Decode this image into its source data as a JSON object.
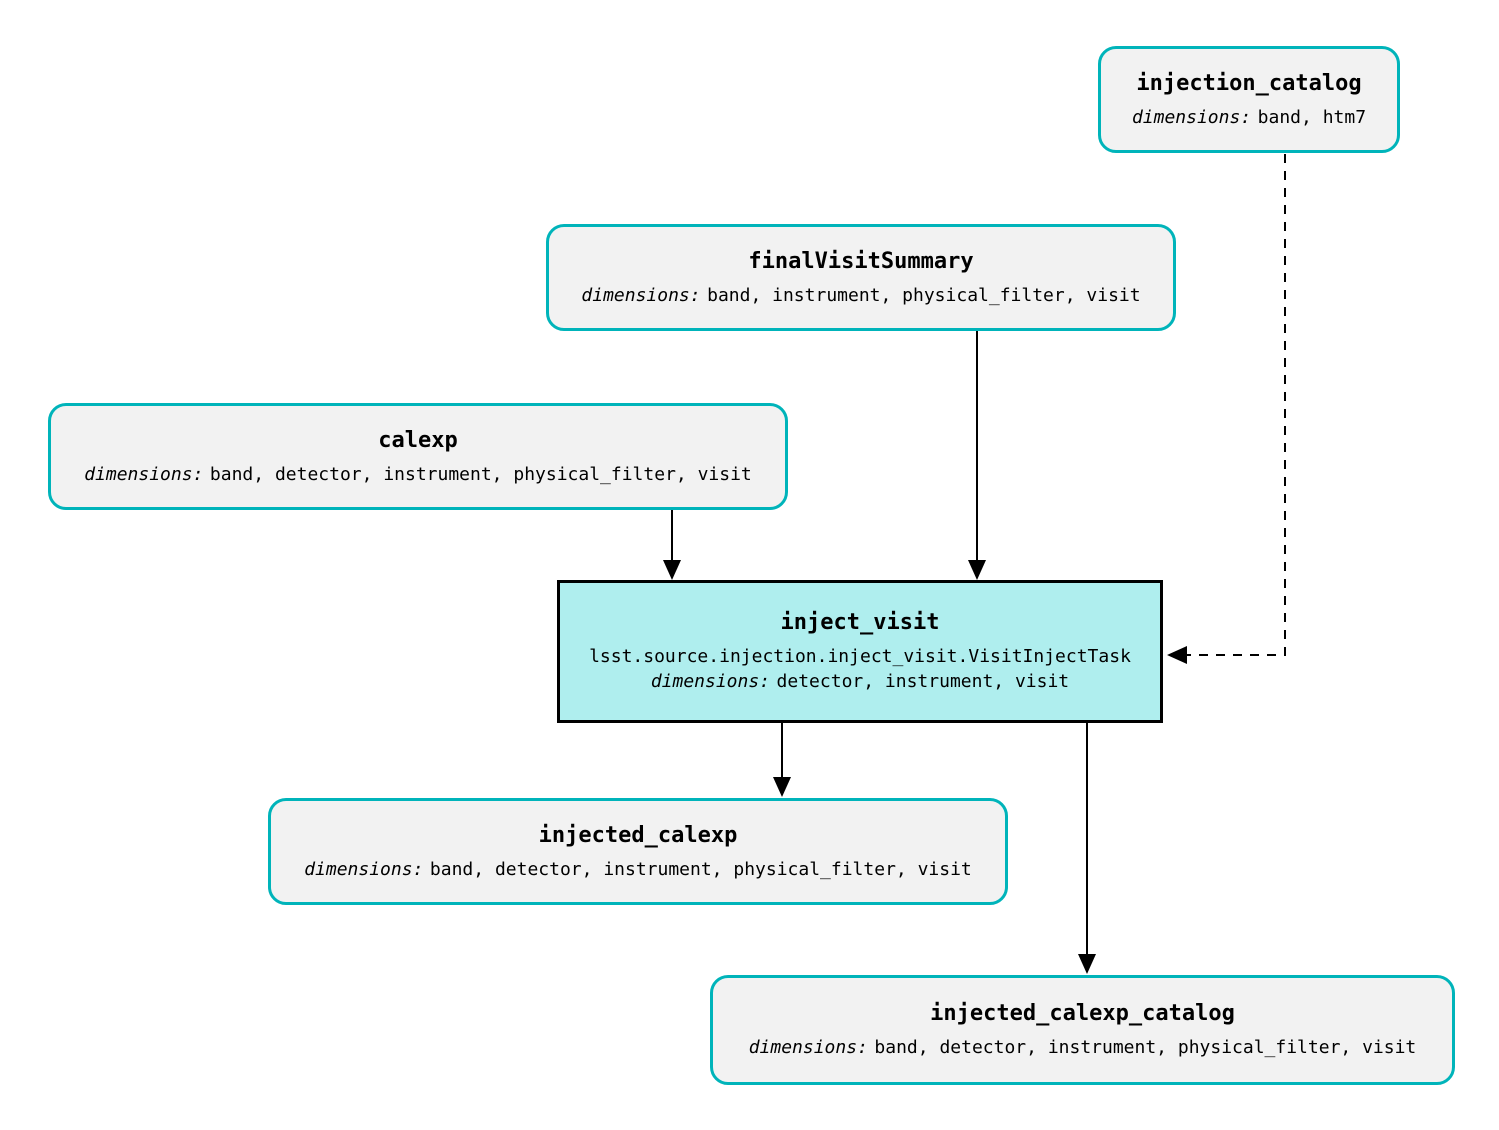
{
  "nodes": {
    "injection_catalog": {
      "title": "injection_catalog",
      "dims_label": "dimensions:",
      "dims": "band, htm7"
    },
    "finalVisitSummary": {
      "title": "finalVisitSummary",
      "dims_label": "dimensions:",
      "dims": "band, instrument, physical_filter, visit"
    },
    "calexp": {
      "title": "calexp",
      "dims_label": "dimensions:",
      "dims": "band, detector, instrument, physical_filter, visit"
    },
    "inject_visit": {
      "title": "inject_visit",
      "task_class": "lsst.source.injection.inject_visit.VisitInjectTask",
      "dims_label": "dimensions:",
      "dims": "detector, instrument, visit"
    },
    "injected_calexp": {
      "title": "injected_calexp",
      "dims_label": "dimensions:",
      "dims": "band, detector, instrument, physical_filter, visit"
    },
    "injected_calexp_catalog": {
      "title": "injected_calexp_catalog",
      "dims_label": "dimensions:",
      "dims": "band, detector, instrument, physical_filter, visit"
    }
  },
  "edges": [
    {
      "from": "calexp",
      "to": "inject_visit",
      "style": "solid"
    },
    {
      "from": "finalVisitSummary",
      "to": "inject_visit",
      "style": "solid"
    },
    {
      "from": "injection_catalog",
      "to": "inject_visit",
      "style": "dashed"
    },
    {
      "from": "inject_visit",
      "to": "injected_calexp",
      "style": "solid"
    },
    {
      "from": "inject_visit",
      "to": "injected_calexp_catalog",
      "style": "solid"
    }
  ],
  "colors": {
    "dataset_border": "#00b4ba",
    "dataset_fill": "#f2f2f2",
    "task_fill": "#afeeee",
    "task_border": "#000000",
    "edge": "#000000",
    "background": "#ffffff"
  }
}
